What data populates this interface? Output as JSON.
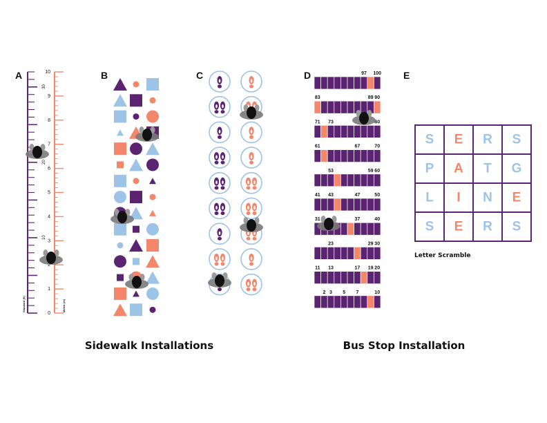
{
  "colors": {
    "purple": "#5b2470",
    "orange": "#f2876b",
    "blue": "#9dc3e6",
    "ink": "#111111",
    "mouse_gray": "#7a7a7a"
  },
  "panels": {
    "a": {
      "letter": "A"
    },
    "b": {
      "letter": "B"
    },
    "c": {
      "letter": "C"
    },
    "d": {
      "letter": "D"
    },
    "e": {
      "letter": "E"
    }
  },
  "ruler": {
    "left_scale_label": "Standard (ft)",
    "right_scale_label": "Metric (m)",
    "left_major": [
      "10",
      "20",
      "30"
    ],
    "right_major": [
      "0",
      "1",
      "2",
      "3",
      "4",
      "5",
      "6",
      "7",
      "8",
      "9",
      "10"
    ]
  },
  "shapes": {
    "rows": [
      [
        [
          "triangle",
          "purple"
        ],
        [
          "circle-s",
          "orange"
        ],
        [
          "square",
          "blue"
        ]
      ],
      [
        [
          "triangle",
          "blue"
        ],
        [
          "square",
          "purple"
        ],
        [
          "circle-s",
          "orange"
        ]
      ],
      [
        [
          "square",
          "blue"
        ],
        [
          "circle-s",
          "purple"
        ],
        [
          "circle",
          "orange"
        ]
      ],
      [
        [
          "triangle-s",
          "blue"
        ],
        [
          "triangle",
          "orange"
        ],
        [
          "square",
          "purple"
        ]
      ],
      [
        [
          "square",
          "orange"
        ],
        [
          "circle",
          "purple"
        ],
        [
          "triangle",
          "blue"
        ]
      ],
      [
        [
          "square-s",
          "orange"
        ],
        [
          "triangle",
          "blue"
        ],
        [
          "circle",
          "purple"
        ]
      ],
      [
        [
          "square",
          "blue"
        ],
        [
          "circle-s",
          "orange"
        ],
        [
          "triangle-s",
          "purple"
        ]
      ],
      [
        [
          "circle",
          "blue"
        ],
        [
          "square",
          "purple"
        ],
        [
          "circle-s",
          "orange"
        ]
      ],
      [
        [
          "circle",
          "purple"
        ],
        [
          "triangle",
          "blue"
        ],
        [
          "triangle-s",
          "orange"
        ]
      ],
      [
        [
          "square",
          "blue"
        ],
        [
          "square-s",
          "purple"
        ],
        [
          "circle",
          "blue"
        ]
      ],
      [
        [
          "circle-s",
          "blue"
        ],
        [
          "triangle",
          "purple"
        ],
        [
          "square",
          "orange"
        ]
      ],
      [
        [
          "circle",
          "purple"
        ],
        [
          "square-s",
          "blue"
        ],
        [
          "triangle",
          "orange"
        ]
      ],
      [
        [
          "square-s",
          "purple"
        ],
        [
          "circle",
          "orange"
        ],
        [
          "triangle",
          "blue"
        ]
      ],
      [
        [
          "square",
          "orange"
        ],
        [
          "triangle-s",
          "purple"
        ],
        [
          "circle",
          "blue"
        ]
      ],
      [
        [
          "triangle",
          "orange"
        ],
        [
          "square",
          "blue"
        ],
        [
          "circle-s",
          "purple"
        ]
      ]
    ]
  },
  "footprints": {
    "left": [
      [
        "single",
        "purple"
      ],
      [
        "pair",
        "purple"
      ],
      [
        "single",
        "purple"
      ],
      [
        "pair",
        "purple"
      ],
      [
        "pair",
        "purple"
      ],
      [
        "pair",
        "purple"
      ],
      [
        "single",
        "purple"
      ],
      [
        "pair",
        "orange"
      ],
      [
        "single",
        "purple"
      ]
    ],
    "right": [
      [
        "single",
        "orange"
      ],
      [
        "pair",
        "orange"
      ],
      [
        "single",
        "orange"
      ],
      [
        "single",
        "orange"
      ],
      [
        "pair",
        "orange"
      ],
      [
        "pair",
        "orange"
      ],
      [
        "pair",
        "orange"
      ],
      [
        "single",
        "orange"
      ],
      [
        "pair",
        "orange"
      ]
    ]
  },
  "bus_rows": [
    {
      "orange": [
        9
      ],
      "labels": [
        {
          "cell": 8,
          "text": "97"
        },
        {
          "cell": 10,
          "text": "100"
        }
      ]
    },
    {
      "orange": [
        1,
        10
      ],
      "labels": [
        {
          "cell": 1,
          "text": "83"
        },
        {
          "cell": 9,
          "text": "89"
        },
        {
          "cell": 10,
          "text": "90"
        }
      ]
    },
    {
      "orange": [
        2
      ],
      "labels": [
        {
          "cell": 1,
          "text": "71"
        },
        {
          "cell": 3,
          "text": "73"
        },
        {
          "cell": 10,
          "text": "80"
        }
      ]
    },
    {
      "orange": [
        2
      ],
      "labels": [
        {
          "cell": 1,
          "text": "61"
        },
        {
          "cell": 7,
          "text": "67"
        },
        {
          "cell": 10,
          "text": "70"
        }
      ]
    },
    {
      "orange": [
        4
      ],
      "labels": [
        {
          "cell": 3,
          "text": "53"
        },
        {
          "cell": 9,
          "text": "59"
        },
        {
          "cell": 10,
          "text": "60"
        }
      ]
    },
    {
      "orange": [
        4
      ],
      "labels": [
        {
          "cell": 1,
          "text": "41"
        },
        {
          "cell": 3,
          "text": "43"
        },
        {
          "cell": 7,
          "text": "47"
        },
        {
          "cell": 10,
          "text": "50"
        }
      ]
    },
    {
      "orange": [
        6
      ],
      "labels": [
        {
          "cell": 1,
          "text": "31"
        },
        {
          "cell": 7,
          "text": "37"
        },
        {
          "cell": 10,
          "text": "40"
        }
      ]
    },
    {
      "orange": [
        7
      ],
      "labels": [
        {
          "cell": 3,
          "text": "23"
        },
        {
          "cell": 9,
          "text": "29"
        },
        {
          "cell": 10,
          "text": "30"
        }
      ]
    },
    {
      "orange": [
        8
      ],
      "labels": [
        {
          "cell": 1,
          "text": "11"
        },
        {
          "cell": 3,
          "text": "13"
        },
        {
          "cell": 7,
          "text": "17"
        },
        {
          "cell": 9,
          "text": "19"
        },
        {
          "cell": 10,
          "text": "20"
        }
      ]
    },
    {
      "orange": [
        9
      ],
      "labels": [
        {
          "cell": 2,
          "text": "2"
        },
        {
          "cell": 3,
          "text": "3"
        },
        {
          "cell": 5,
          "text": "5"
        },
        {
          "cell": 7,
          "text": "7"
        },
        {
          "cell": 10,
          "text": "10"
        }
      ]
    }
  ],
  "letter_grid": {
    "caption": "Letter Scramble",
    "cells": [
      [
        "S",
        "E",
        "R",
        "S"
      ],
      [
        "P",
        "A",
        "T",
        "G"
      ],
      [
        "L",
        "I",
        "N",
        "E"
      ],
      [
        "S",
        "E",
        "R",
        "S"
      ]
    ],
    "orange_cells": [
      [
        0,
        1
      ],
      [
        1,
        1
      ],
      [
        2,
        1
      ],
      [
        2,
        3
      ],
      [
        3,
        1
      ]
    ]
  },
  "captions": {
    "sidewalk": "Sidewalk Installations",
    "bus_stop": "Bus Stop Installation"
  }
}
